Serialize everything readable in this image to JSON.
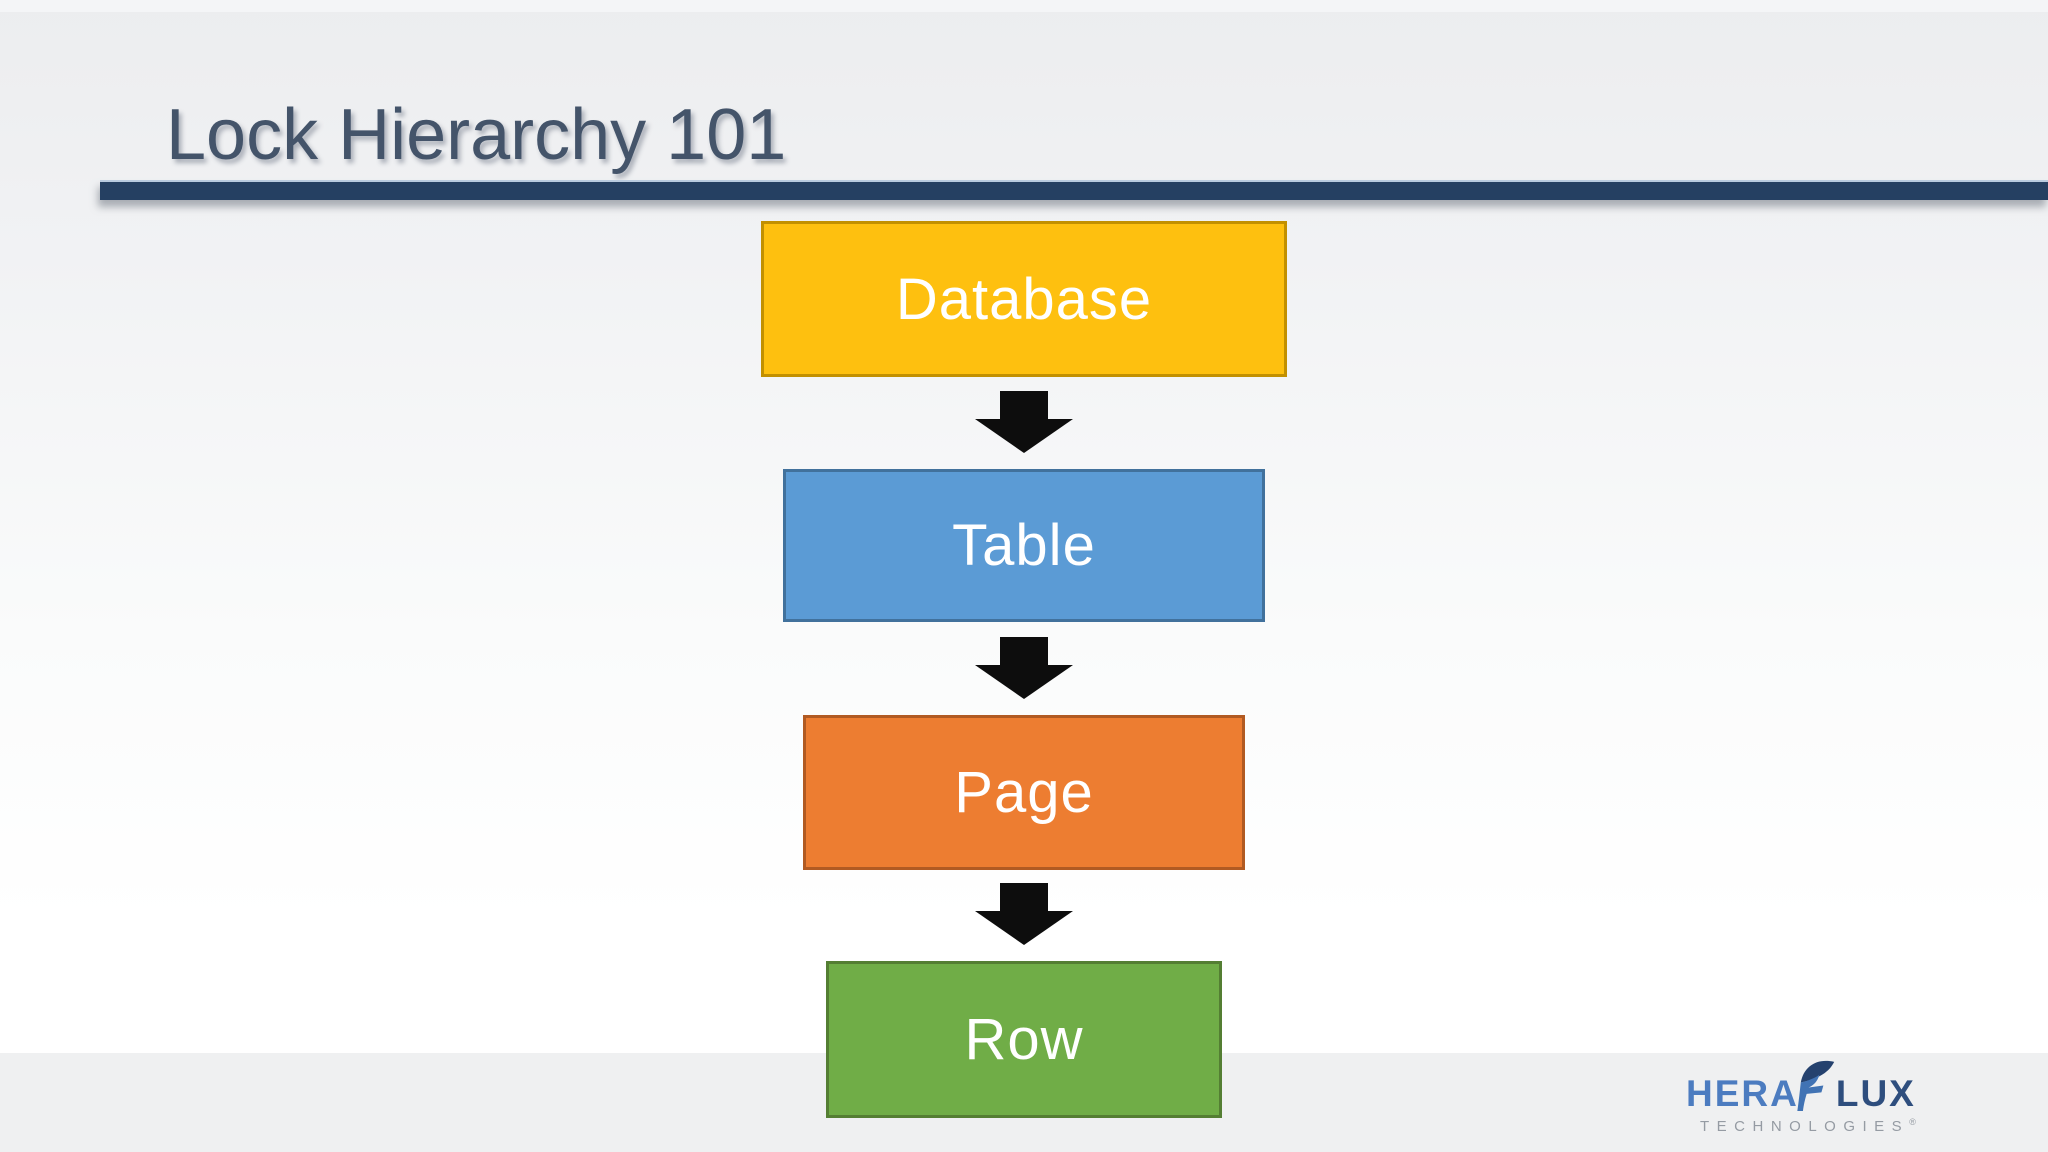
{
  "slide": {
    "title": "Lock Hierarchy 101"
  },
  "theme": {
    "title_color": "#44546A",
    "divider_bar_color": "#254062",
    "footer_band_color": "#EFF0F1",
    "background_top": "#ECEDEF",
    "background_middle": "#FFFFFF"
  },
  "diagram": {
    "type": "flowchart",
    "direction": "top-down",
    "connector": "down-block-arrow",
    "arrow_color": "#0D0D0D",
    "nodes": [
      {
        "label": "Database",
        "fill": "#FEC00F",
        "border": "#C29000"
      },
      {
        "label": "Table",
        "fill": "#5B9BD5",
        "border": "#41719C"
      },
      {
        "label": "Page",
        "fill": "#ED7D31",
        "border": "#B15A22"
      },
      {
        "label": "Row",
        "fill": "#70AD47",
        "border": "#547E33"
      }
    ]
  },
  "logo": {
    "brand_part1": "HERA",
    "brand_part2": "LUX",
    "subtitle": "TECHNOLOGIES",
    "registered_mark": "®",
    "colors": {
      "part1": "#4C7CC0",
      "part2": "#2E4E7E",
      "flag": "#24416E",
      "stem": "#4173B4",
      "subtitle": "#959BA3"
    }
  }
}
